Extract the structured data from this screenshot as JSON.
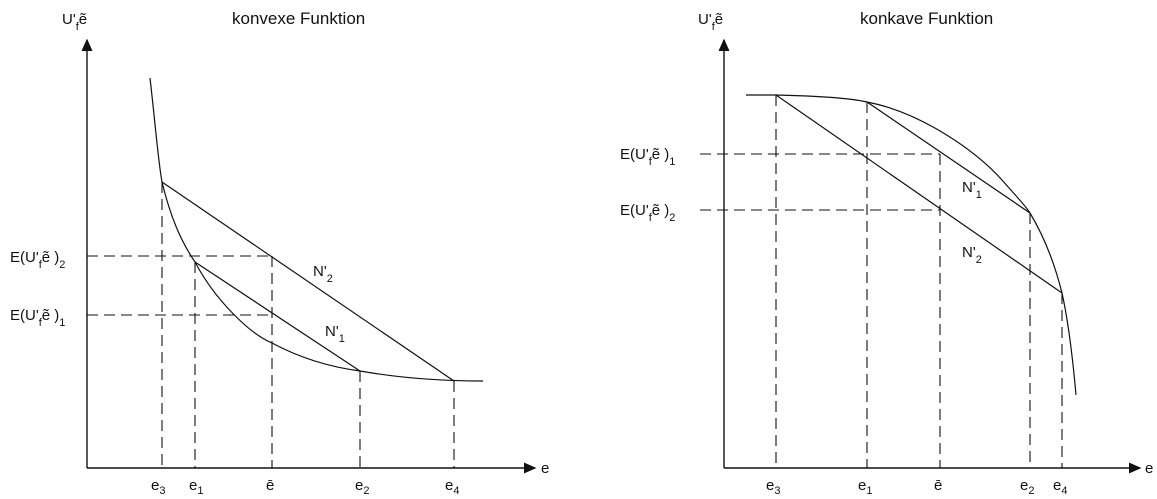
{
  "left": {
    "title": "konvexe Funktion",
    "y_axis": {
      "main": "U'",
      "sub": "f",
      "tail": "ẽ"
    },
    "x_axis": "e",
    "x_ticks": [
      {
        "main": "e",
        "sub": "3"
      },
      {
        "main": "e",
        "sub": "1"
      },
      {
        "main": "ē",
        "sub": ""
      },
      {
        "main": "e",
        "sub": "2"
      },
      {
        "main": "e",
        "sub": "4"
      }
    ],
    "y_labels": [
      {
        "head": "E(U'",
        "sub": "f",
        "tail": "ẽ )",
        "idx": "2"
      },
      {
        "head": "E(U'",
        "sub": "f",
        "tail": "ẽ )",
        "idx": "1"
      }
    ],
    "line_labels": [
      {
        "main": "N'",
        "sub": "2"
      },
      {
        "main": "N'",
        "sub": "1"
      }
    ]
  },
  "right": {
    "title": "konkave Funktion",
    "y_axis": {
      "main": "U'",
      "sub": "f",
      "tail": "ẽ"
    },
    "x_axis": "e",
    "x_ticks": [
      {
        "main": "e",
        "sub": "3"
      },
      {
        "main": "e",
        "sub": "1"
      },
      {
        "main": "ē",
        "sub": ""
      },
      {
        "main": "e",
        "sub": "2"
      },
      {
        "main": "e",
        "sub": "4"
      }
    ],
    "y_labels": [
      {
        "head": "E(U'",
        "sub": "f",
        "tail": "ẽ )",
        "idx": "1"
      },
      {
        "head": "E(U'",
        "sub": "f",
        "tail": "ẽ )",
        "idx": "2"
      }
    ],
    "line_labels": [
      {
        "main": "N'",
        "sub": "1"
      },
      {
        "main": "N'",
        "sub": "2"
      }
    ]
  }
}
